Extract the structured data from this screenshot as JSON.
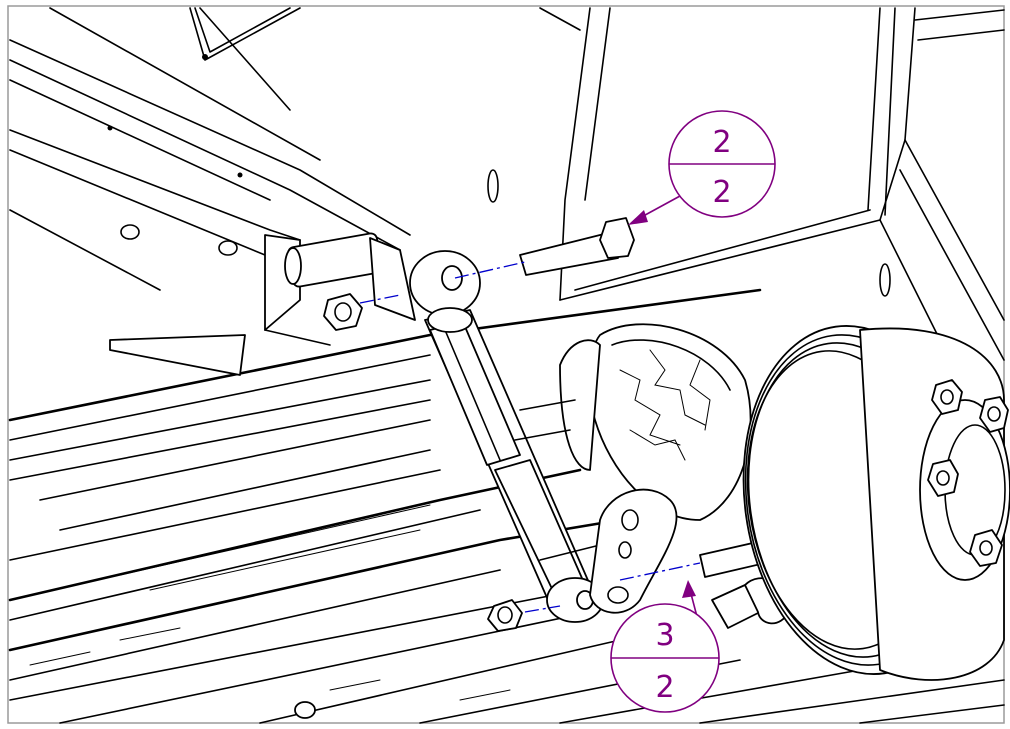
{
  "colors": {
    "line": "#000000",
    "callout": "#800080",
    "centerline": "#0000cc",
    "frame": "#9a9a9a",
    "background": "#ffffff"
  },
  "callouts": [
    {
      "item": "2",
      "qty": "2"
    },
    {
      "item": "3",
      "qty": "2"
    }
  ]
}
